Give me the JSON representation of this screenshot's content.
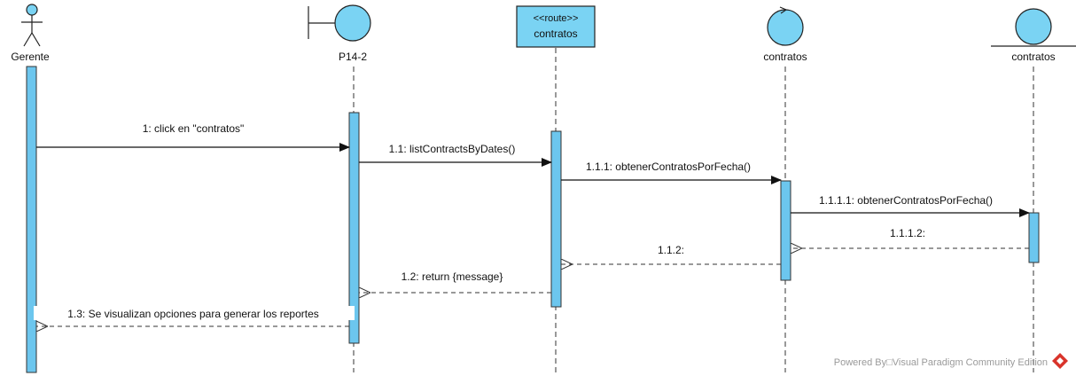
{
  "colors": {
    "fill": "#7ad3f3",
    "stroke": "#222222",
    "activation": "#6cc6ee"
  },
  "participants": [
    {
      "id": "gerente",
      "name": "Gerente",
      "kind": "actor-icon"
    },
    {
      "id": "p14",
      "name": "P14-2",
      "kind": "boundary-icon"
    },
    {
      "id": "route",
      "name": "contratos",
      "stereotype": "<<route>>",
      "kind": "class-box"
    },
    {
      "id": "control",
      "name": "contratos",
      "kind": "control-icon"
    },
    {
      "id": "entity",
      "name": "contratos",
      "kind": "entity-icon"
    }
  ],
  "messages": [
    {
      "id": "m1",
      "label": "1: click en \"contratos\"",
      "type": "sync"
    },
    {
      "id": "m11",
      "label": "1.1: listContractsByDates()",
      "type": "sync"
    },
    {
      "id": "m111",
      "label": "1.1.1: obtenerContratosPorFecha()",
      "type": "sync"
    },
    {
      "id": "m1111",
      "label": "1.1.1.1: obtenerContratosPorFecha()",
      "type": "sync"
    },
    {
      "id": "m1112",
      "label": "1.1.1.2:",
      "type": "return"
    },
    {
      "id": "m112",
      "label": "1.1.2:",
      "type": "return"
    },
    {
      "id": "m12",
      "label": "1.2: return {message}",
      "type": "return"
    },
    {
      "id": "m13",
      "label": "1.3: Se visualizan opciones para generar los reportes",
      "type": "return"
    }
  ],
  "footer": {
    "text": "Powered By□Visual Paradigm Community Edition",
    "logo": "visual-paradigm-logo"
  }
}
